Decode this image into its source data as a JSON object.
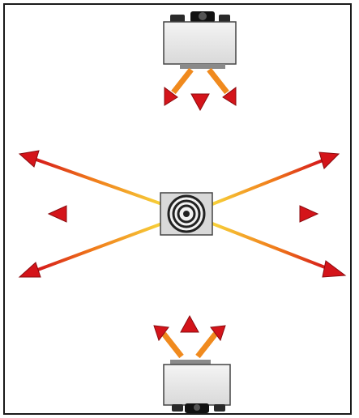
{
  "diagram": {
    "background_color": "#ffffff",
    "frame_color": "#1a1a1a",
    "components": [
      {
        "kind": "device",
        "icon": "top-device-icon",
        "orientation": "top"
      },
      {
        "kind": "speaker",
        "icon": "center-speaker-icon"
      },
      {
        "kind": "device",
        "icon": "bottom-device-icon",
        "orientation": "bottom"
      }
    ],
    "arrow_gradient": {
      "from": "#f7d23a",
      "mid": "#f07a1a",
      "to": "#d4141a"
    },
    "arrowhead_color": "#d4141a",
    "device_body_color": "#eeeeee",
    "device_knob_color": "#1a1a1a",
    "speaker_box_color": "#d9d9d9"
  }
}
